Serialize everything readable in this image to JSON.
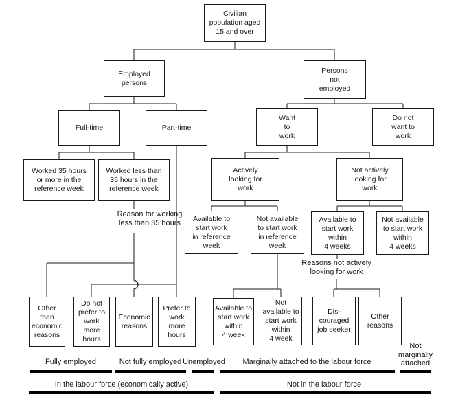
{
  "colors": {
    "line": "#1a1a1a",
    "background": "#ffffff",
    "text": "#1a1a1a"
  },
  "nodes": {
    "civilian": "Civilian\npopulation aged\n15 and over",
    "employed": "Employed\npersons",
    "not_employed": "Persons\nnot\nemployed",
    "full_time": "Full-time",
    "part_time": "Part-time",
    "want_to_work": "Want\nto\nwork",
    "do_not_want_to_work": "Do not\nwant to\nwork",
    "worked_35_or_more": "Worked 35 hours\nor more in the\nreference week",
    "worked_less_35": "Worked less than\n35 hours in the\nreference week",
    "actively_looking": "Actively\nlooking for\nwork",
    "not_actively_looking": "Not actively\nlooking for\nwork",
    "available_ref_week": "Available to\nstart work\nin reference\nweek",
    "not_available_ref_week": "Not available\nto start work\nin reference\nweek",
    "available_4_weeks": "Available to\nstart work\nwithin\n4 weeks",
    "not_available_4_weeks": "Not available\nto start work\nwithin\n4 weeks",
    "other_than_economic": "Other\nthan\neconomic\nreasons",
    "do_not_prefer_more_hours": "Do not\nprefer to\nwork\nmore\nhours",
    "economic_reasons": "Economic\nreasons",
    "prefer_more_hours": "Prefer to\nwork\nmore\nhours",
    "available_4_week": "Available to\nstart work\nwithin\n4 week",
    "not_available_4_week": "Not\navailable to\nstart work\nwithin\n4 week",
    "discouraged_job_seeker": "Dis-\ncouraged\njob seeker",
    "other_reasons": "Other\nreasons"
  },
  "annotations": {
    "reason_less_35": "Reason for working\nless than 35 hours",
    "reasons_not_actively": "Reasons not actively\nlooking for work"
  },
  "categories": {
    "fully_employed": "Fully employed",
    "not_fully_employed": "Not fully employed",
    "unemployed": "Unemployed",
    "marginally_attached": "Marginally attached to the labour force",
    "not_marginally_attached": "Not\nmarginally\nattached",
    "in_labour_force": "In the labour force (economically active)",
    "not_in_labour_force": "Not in the labour force"
  }
}
